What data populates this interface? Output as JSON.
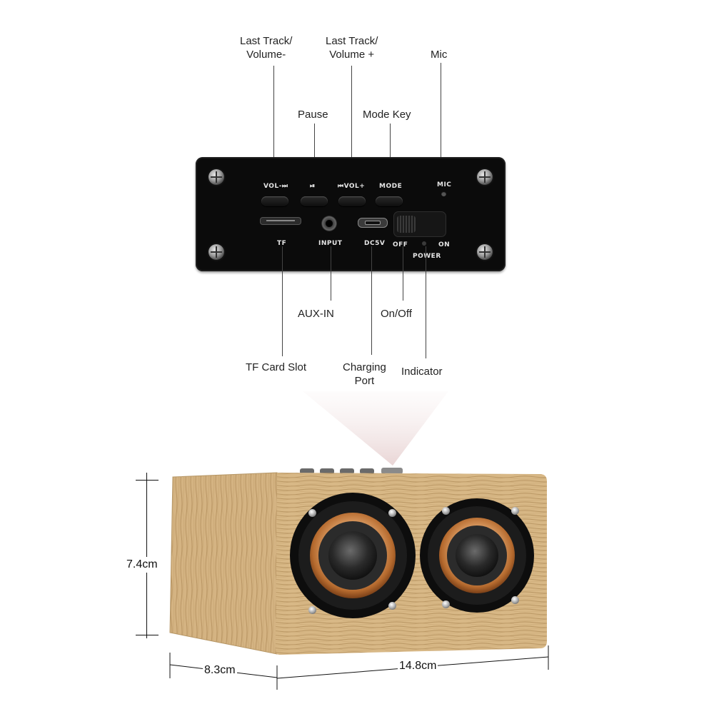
{
  "callouts": {
    "last_track_vol_minus": "Last Track/\nVolume-",
    "last_track_vol_plus": "Last Track/\nVolume +",
    "mic": "Mic",
    "pause": "Pause",
    "mode_key": "Mode Key",
    "aux_in": "AUX-IN",
    "on_off": "On/Off",
    "tf_card_slot": "TF Card Slot",
    "charging_port": "Charging\nPort",
    "indicator": "Indicator"
  },
  "panel": {
    "vol_minus": "VOL-⏭",
    "play_pause": "⏯",
    "vol_plus": "⏮VOL+",
    "mode": "MODE",
    "mic": "MIC",
    "tf": "TF",
    "input": "INPUT",
    "dc5v": "DC5V",
    "off": "OFF",
    "on": "ON",
    "power": "POWER"
  },
  "dimensions": {
    "height": "7.4cm",
    "depth": "8.3cm",
    "width": "14.8cm"
  },
  "colors": {
    "panel": "#0b0b0b",
    "wood": "#d9b98a",
    "driver_cone": "#3a3a3a",
    "copper_ring": "#c07a3e"
  }
}
